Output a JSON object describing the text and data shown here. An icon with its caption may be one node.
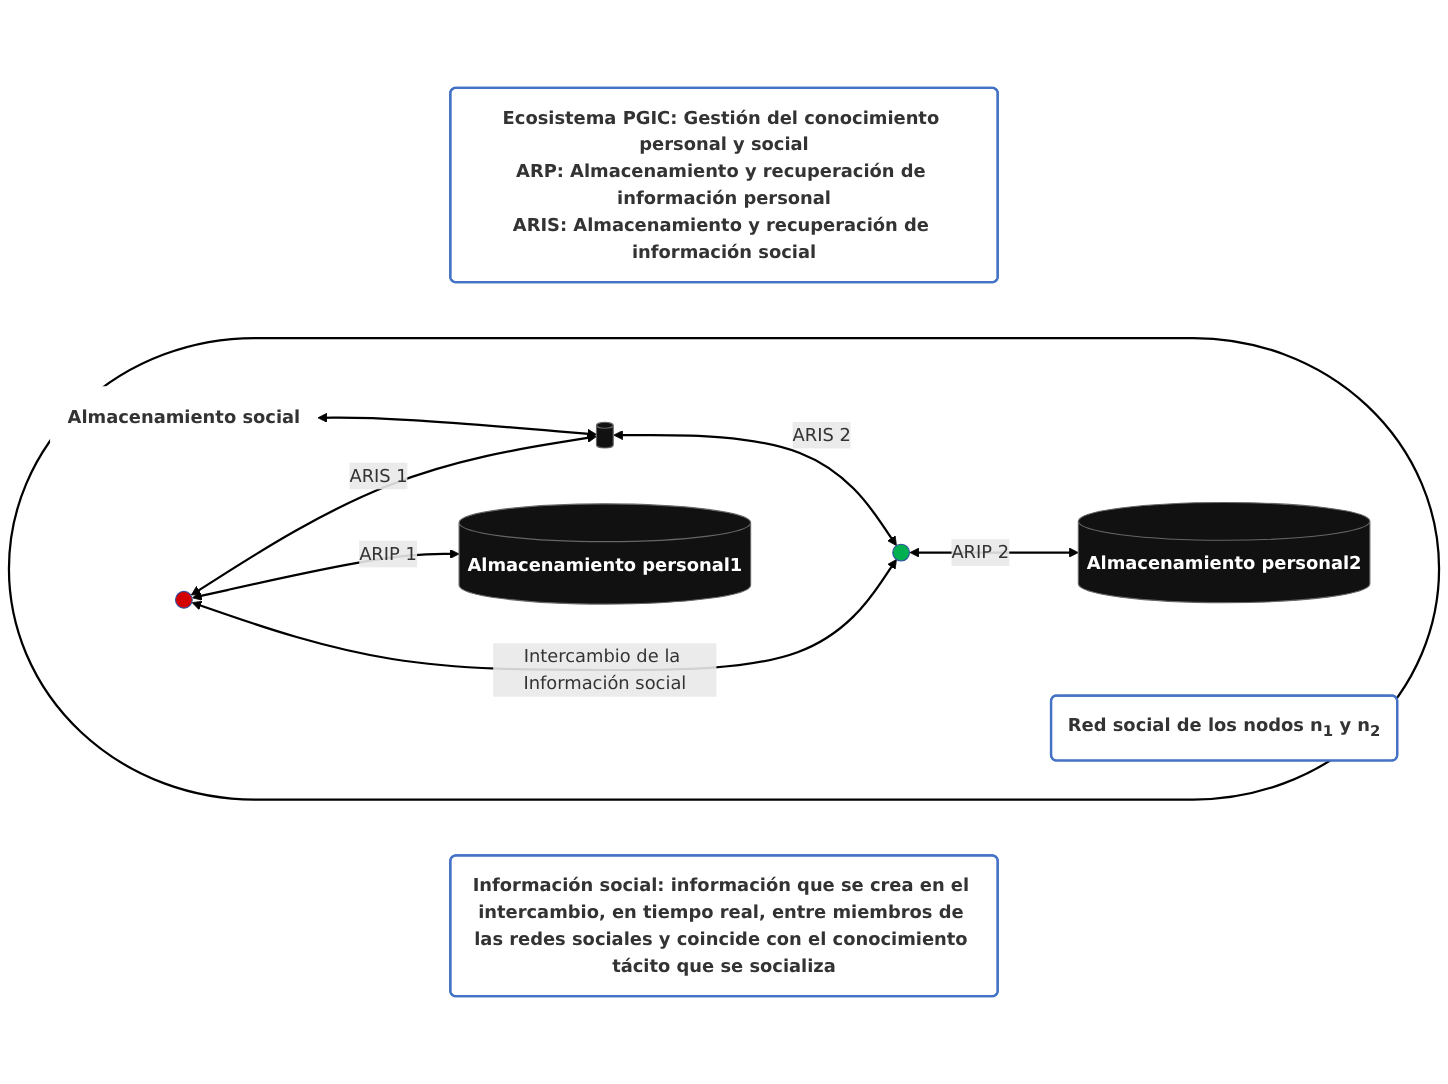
{
  "diagram": {
    "nodes": [
      {
        "text": [
          "Ecosistema PGIC: Gestión del conocimiento personal y social",
          "ARP: Almacenamiento y recuperación de información personal",
          "ARIS: Almacenamiento y recuperación de información social"
        ]
      },
      {
        "text": [],
        "shape": "ellipse"
      },
      {
        "text": [
          "Almacenamiento social"
        ],
        "in": 1
      },
      {
        "text": [],
        "shape": "cylinder",
        "in": 1
      },
      {
        "text": [],
        "shape": "circle",
        "in": 1
      },
      {
        "text": [],
        "shape": "circle",
        "in": 1
      },
      {
        "text": [
          "Almacenamiento personal1"
        ],
        "in": 1
      },
      {
        "text": [
          "Almacenamiento personal2"
        ],
        "in": 1
      },
      {
        "text": [
          "Red social de los nodos n$_{1}$ y n$_{2}$"
        ],
        "in": 1
      },
      {
        "text": [
          "Información social: información que se crea en el intercambio, en tiempo real, entre miembros de las redes sociales y coincide con el conocimiento tácito que se socializa"
        ]
      }
    ],
    "edges": [
      {
        "from": 2,
        "to": 3,
        "arrow": "both"
      },
      {
        "from": 4,
        "to": 3,
        "arrow": "both",
        "label": "ARIS 1"
      },
      {
        "from": 3,
        "to": 5,
        "arrow": "both",
        "label": "ARIS 2"
      },
      {
        "from": 4,
        "to": 5,
        "arrow": "both",
        "label": "Intercambio de la Información social"
      },
      {
        "from": 4,
        "to": 6,
        "arrow": "both",
        "label": "ARIP 1"
      },
      {
        "from": 5,
        "to": 7,
        "arrow": "both",
        "label": "ARIP 2"
      }
    ]
  }
}
